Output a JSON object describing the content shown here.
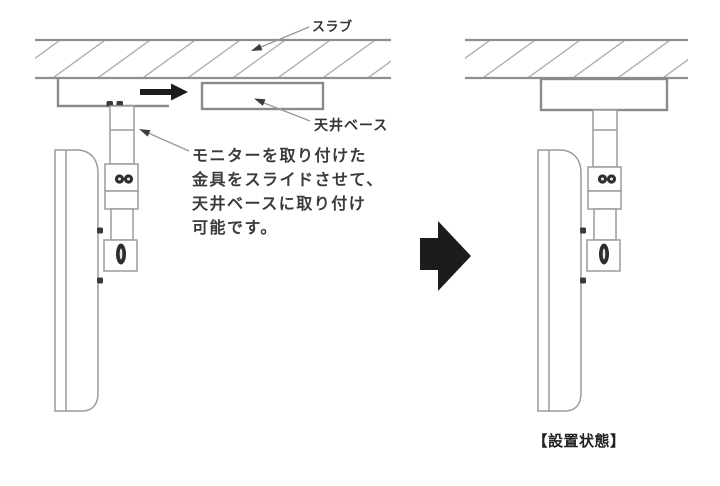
{
  "diagram": {
    "title": "monitor-ceiling-mount-installation-diagram",
    "colors": {
      "background": "#ffffff",
      "line": "#8a8a8a",
      "hatch": "#aaaaaa",
      "arrow_dark": "#1c1c1c",
      "text": "#333333"
    },
    "labels": {
      "slab": "スラブ",
      "ceiling_base": "天井ベース"
    },
    "note": {
      "line1": "モニターを取り付けた",
      "line2": "金具をスライドさせて、",
      "line3": "天井ベースに取り付け",
      "line4": "可能です。"
    },
    "caption": "【設置状態】",
    "icons": {
      "slide_arrow": "small-right-arrow",
      "transition_arrow": "block-right-arrow"
    }
  }
}
